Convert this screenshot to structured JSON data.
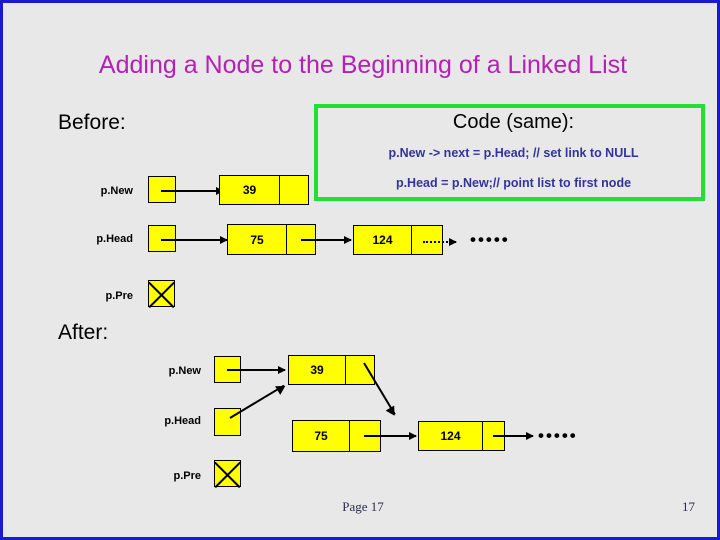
{
  "slide": {
    "title": "Adding a Node to the Beginning of a Linked List",
    "title_color": "#b520b5",
    "background_color": "#e8e8e8",
    "border_color": "#1a1ad0"
  },
  "before": {
    "heading": "Before:",
    "pointers": [
      {
        "name": "pnew",
        "label": "p.New"
      },
      {
        "name": "phead",
        "label": "p.Head"
      },
      {
        "name": "ppre",
        "label": "p.Pre"
      }
    ],
    "nodes": [
      {
        "name": "node-39",
        "value": "39"
      },
      {
        "name": "node-75",
        "value": "75"
      },
      {
        "name": "node-124",
        "value": "124"
      }
    ],
    "ellipsis": "•••••"
  },
  "after": {
    "heading": "After:",
    "pointers": [
      {
        "name": "pnew",
        "label": "p.New"
      },
      {
        "name": "phead",
        "label": "p.Head"
      },
      {
        "name": "ppre",
        "label": "p.Pre"
      }
    ],
    "nodes": [
      {
        "name": "node-39",
        "value": "39"
      },
      {
        "name": "node-75",
        "value": "75"
      },
      {
        "name": "node-124",
        "value": "124"
      }
    ],
    "ellipsis": "•••••"
  },
  "code": {
    "title": "Code (same):",
    "line1": "p.New -> next = p.Head;  // set link to NULL",
    "line2": "p.Head = p.New;// point list to first node",
    "border_color": "#22e032",
    "text_color": "#33339e"
  },
  "footer": {
    "page_label": "Page 17",
    "page_number": "17"
  }
}
